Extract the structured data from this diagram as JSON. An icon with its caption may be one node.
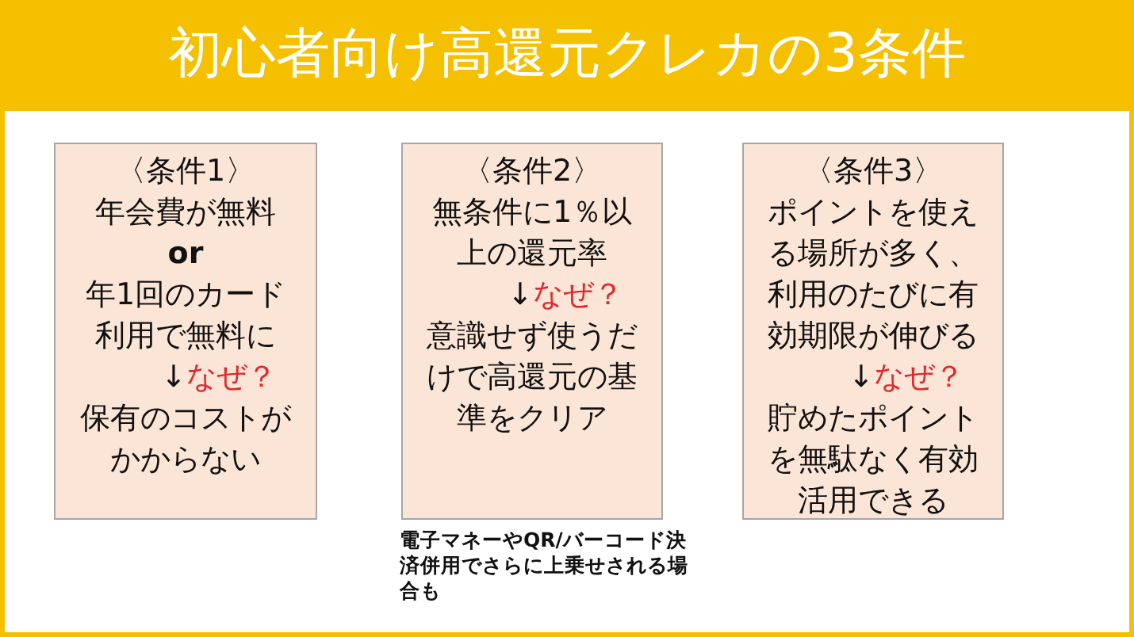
{
  "diagram": {
    "title": "初心者向け高還元クレカの3条件",
    "nodes": [
      {
        "text": [
          "〈条件1〉",
          "年会費が無料",
          "or",
          "年1回のカード利用で無料に",
          "↓",
          "なぜ？",
          "保有のコストがかからない"
        ]
      },
      {
        "text": [
          "〈条件2〉",
          "無条件に1％以上の還元率",
          "↓",
          "なぜ？",
          "意識せず使うだけで高還元の基準をクリア"
        ]
      },
      {
        "text": [
          "〈条件3〉",
          "ポイントを使える場所が多く、利用のたびに有効期限が伸びる",
          "↓",
          "なぜ？",
          "貯めたポイントを無駄なく有効活用できる"
        ]
      }
    ],
    "labels": [
      "電子マネーやQR/バーコード決済併用でさらに上乗せされる場合も"
    ]
  }
}
